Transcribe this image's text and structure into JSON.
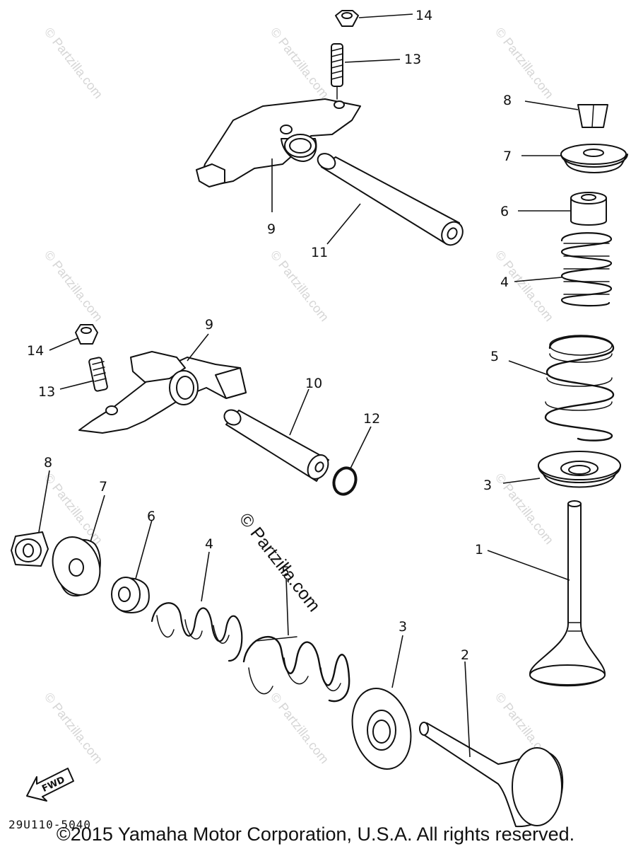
{
  "callouts": {
    "c1": "1",
    "c2": "2",
    "c3a": "3",
    "c3b": "3",
    "c4a": "4",
    "c4b": "4",
    "c5a": "5",
    "c5b": "5",
    "c6a": "6",
    "c6b": "6",
    "c7a": "7",
    "c7b": "7",
    "c8a": "8",
    "c8b": "8",
    "c9a": "9",
    "c9b": "9",
    "c10": "10",
    "c11": "11",
    "c12": "12",
    "c13a": "13",
    "c13b": "13",
    "c14a": "14",
    "c14b": "14"
  },
  "watermark": "© Partzilla.com",
  "fwd_label": "FWD",
  "diagram_code": "29U110-5040",
  "copyright": "©2015  Yamaha Motor Corporation, U.S.A. All rights reserved."
}
